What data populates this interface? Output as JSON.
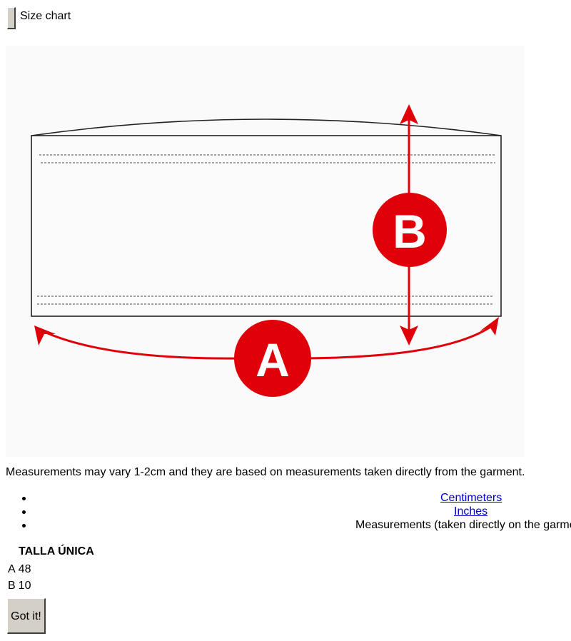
{
  "header": {
    "title": "Size chart"
  },
  "diagram": {
    "label_a": "A",
    "label_b": "B",
    "accent_color": "#e0000a"
  },
  "note": "Measurements may vary 1-2cm and they are based on measurements taken directly from the garment.",
  "units": {
    "centimeters": "Centimeters",
    "inches": "Inches",
    "info": "Measurements (taken directly on the garment)"
  },
  "size_table": {
    "size_name": "TALLA ÚNICA",
    "rows": [
      {
        "key": "A",
        "value": "48"
      },
      {
        "key": "B",
        "value": "10"
      }
    ]
  },
  "got_it_label": "Got it!"
}
